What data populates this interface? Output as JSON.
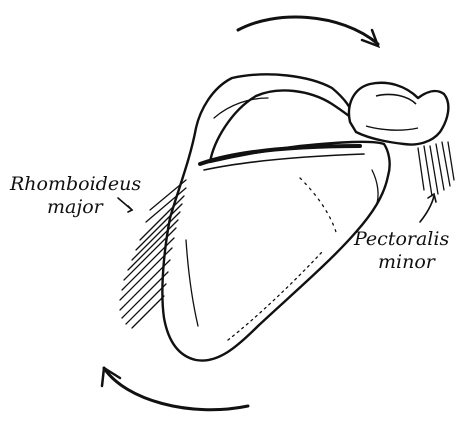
{
  "labels": {
    "rhomboideus_line1": "Rhomboideus",
    "rhomboideus_line2": "major",
    "pectoralis_line1": "Pectoralis",
    "pectoralis_line2": "minor"
  },
  "colors": {
    "ink": "#111111",
    "background": "#ffffff"
  }
}
